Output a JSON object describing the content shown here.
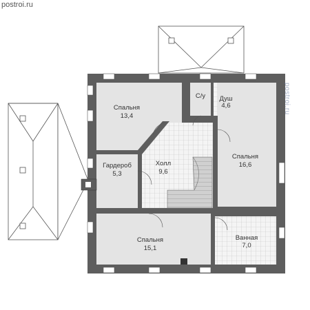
{
  "site": "postroi.ru",
  "watermark": "postroi.ru",
  "colors": {
    "wall": "#5e5e5e",
    "room_fill": "#e4e4e4",
    "tile_fill": "#f4f4f4",
    "grid_line": "#c2c2c2",
    "roof_line": "#555555"
  },
  "rooms": [
    {
      "name": "Спальня",
      "area": "13,4"
    },
    {
      "name": "С/у",
      "area": ""
    },
    {
      "name": "Душ",
      "area": "4,6"
    },
    {
      "name": "Спальня",
      "area": "16,6"
    },
    {
      "name": "Гардероб",
      "area": "5,3"
    },
    {
      "name": "Холл",
      "area": "9,6"
    },
    {
      "name": "Спальня",
      "area": "15,1"
    },
    {
      "name": "Ванная",
      "area": "7,0"
    }
  ]
}
